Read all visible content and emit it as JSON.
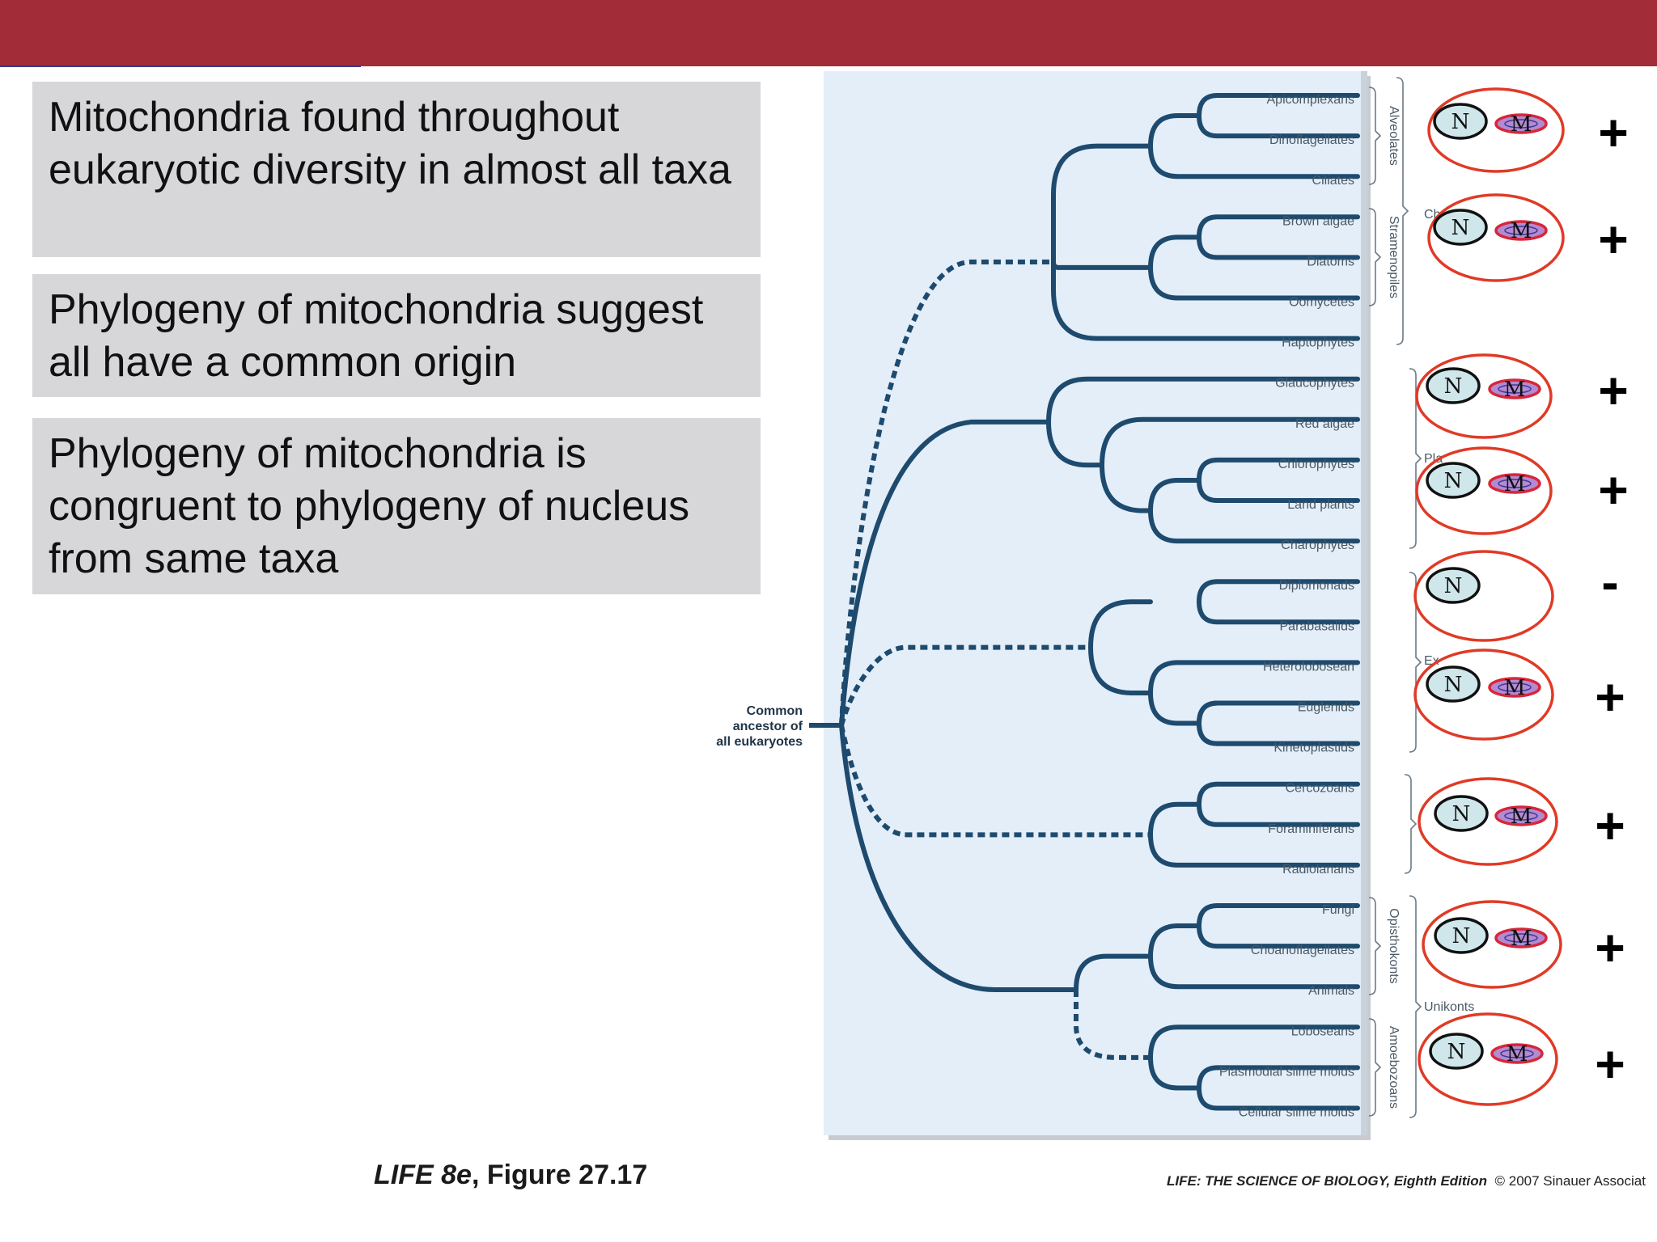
{
  "textboxes": [
    "Mitochondria found throughout eukaryotic diversity in almost all taxa",
    "Phylogeny of mitochondria suggest all have a common origin",
    "Phylogeny of mitochondria is congruent to phylogeny of nucleus from same taxa"
  ],
  "tree": {
    "ancestor_label": [
      "Common",
      "ancestor of",
      "all eukaryotes"
    ],
    "taxa": [
      "Apicomplexans",
      "Dinoflagellates",
      "Ciliates",
      "Brown algae",
      "Diatoms",
      "Oomycetes",
      "Haptophytes",
      "Glaucophytes",
      "Red algae",
      "Chlorophytes",
      "Land plants",
      "Charophytes",
      "Diplomonads",
      "Parabasalids",
      "Heterolobosean",
      "Euglenids",
      "Kinetoplastids",
      "Cercozoans",
      "Foraminiferans",
      "Radiolarians",
      "Fungi",
      "Choanoflagellates",
      "Animals",
      "Loboseans",
      "Plasmodial slime molds",
      "Cellular slime molds"
    ],
    "groups": {
      "alveolates": "Alveolates",
      "stramenopiles": "Stramenopiles",
      "opisthokonts": "Opisthokonts",
      "amoebozoans": "Amoebozoans",
      "unikonts": "Unikonts",
      "chromalveolates_fragment": "Ch",
      "plantae_fragment": "Pla",
      "excavates_fragment": "Ex"
    }
  },
  "cells": {
    "nucleus_label": "N",
    "mito_label": "M",
    "signs": [
      "+",
      "+",
      "+",
      "+",
      "-",
      "+",
      "+",
      "+",
      "+"
    ]
  },
  "caption": {
    "book": "LIFE 8e",
    "figure": ", Figure 27.17"
  },
  "credit": {
    "title": "LIFE: THE SCIENCE OF BIOLOGY, Eighth Edition",
    "copyright": "© 2007 Sinauer Associat"
  },
  "colors": {
    "header": "#a22c37",
    "panel": "#e3eef9",
    "branch": "#1e4a6e",
    "cell_outline": "#e03a26",
    "nucleus_fill": "#cfe7ea",
    "mito_fill": "#b48ad0"
  }
}
